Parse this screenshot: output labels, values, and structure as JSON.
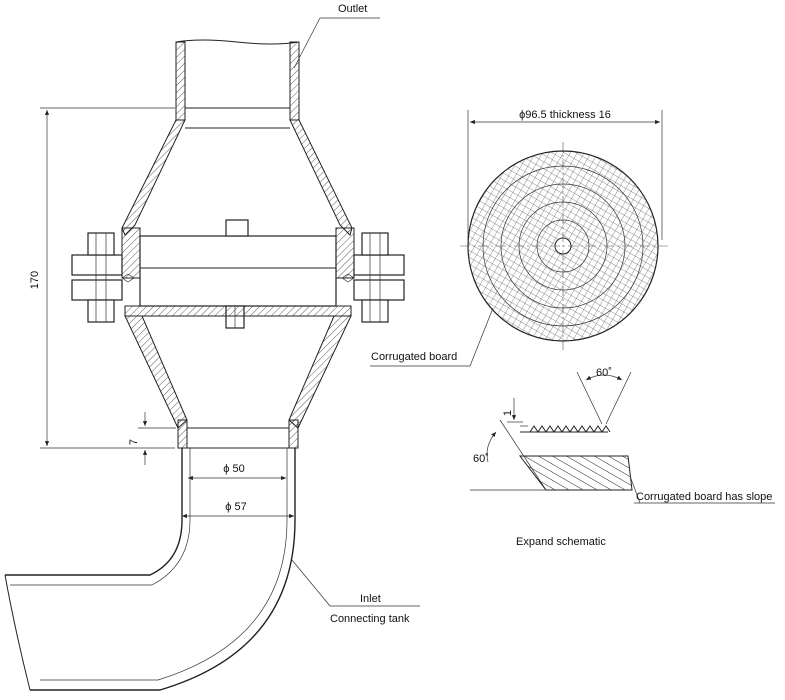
{
  "labels": {
    "outlet": "Outlet",
    "disc_dim": "ϕ96.5 thickness 16",
    "height_dim": "170",
    "small_dim": "7",
    "inner_dia": "ϕ 50",
    "outer_dia": "ϕ 57",
    "corrugated_board": "Corrugated board",
    "angle_top": "60˚",
    "angle_left": "60˚",
    "tooth_height": "1",
    "slope_label": "Corrugated board has slope",
    "expand_title": "Expand schematic",
    "inlet": "Inlet",
    "connecting_tank": "Connecting tank"
  }
}
